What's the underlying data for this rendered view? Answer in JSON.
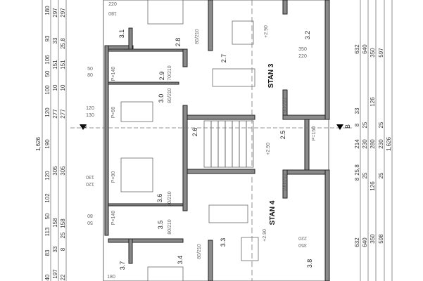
{
  "dimensions": {
    "left_total": "1,626",
    "left_col1": [
      "180",
      "93",
      "106",
      "50",
      "100",
      "120",
      "190",
      "120",
      "102",
      "50",
      "113",
      "83",
      "40"
    ],
    "left_col2": [
      "297",
      "33",
      "151",
      "10",
      "277",
      "305",
      "158",
      "33",
      "197"
    ],
    "left_col3": [
      "297",
      "25,8",
      "151",
      "10",
      "277",
      "305",
      "158",
      "25",
      "8",
      "22"
    ],
    "right_total": "1,626",
    "right_col1": [
      "632",
      "33",
      "8",
      "214",
      "25,8",
      "8",
      "632"
    ],
    "right_col2": [
      "640",
      "25",
      "230",
      "25",
      "640"
    ],
    "right_col3": [
      "350",
      "126",
      "280",
      "126",
      "350"
    ],
    "right_col4": [
      "597",
      "25",
      "230",
      "25",
      "598"
    ]
  },
  "windows": {
    "w1": [
      "50",
      "80"
    ],
    "w2": [
      "120",
      "130"
    ],
    "w3": [
      "130",
      "120"
    ],
    "w4": [
      "80",
      "50"
    ],
    "sills": [
      "P=140",
      "P=90",
      "P=90",
      "P=140",
      "P=150"
    ]
  },
  "rooms": [
    "3.1",
    "2.8",
    "2.7",
    "3.2",
    "2.9",
    "3.0",
    "2.6",
    "2.5",
    "3.6",
    "3.5",
    "3.3",
    "3.4",
    "3.7",
    "3.8"
  ],
  "units": [
    "STAN 3",
    "STAN 4"
  ],
  "elevations": [
    "+2.90",
    "+2.90",
    "+2.90"
  ],
  "doors": [
    "80/210",
    "70/210",
    "80/210",
    "90/210",
    "100/210",
    "70/210",
    "80/210",
    "80/210"
  ],
  "openings": {
    "o1": [
      "350",
      "220"
    ],
    "o2": [
      "220",
      "350"
    ],
    "bed_top": [
      "220",
      "180"
    ],
    "bed_bottom": "180"
  },
  "section_marker": "B"
}
